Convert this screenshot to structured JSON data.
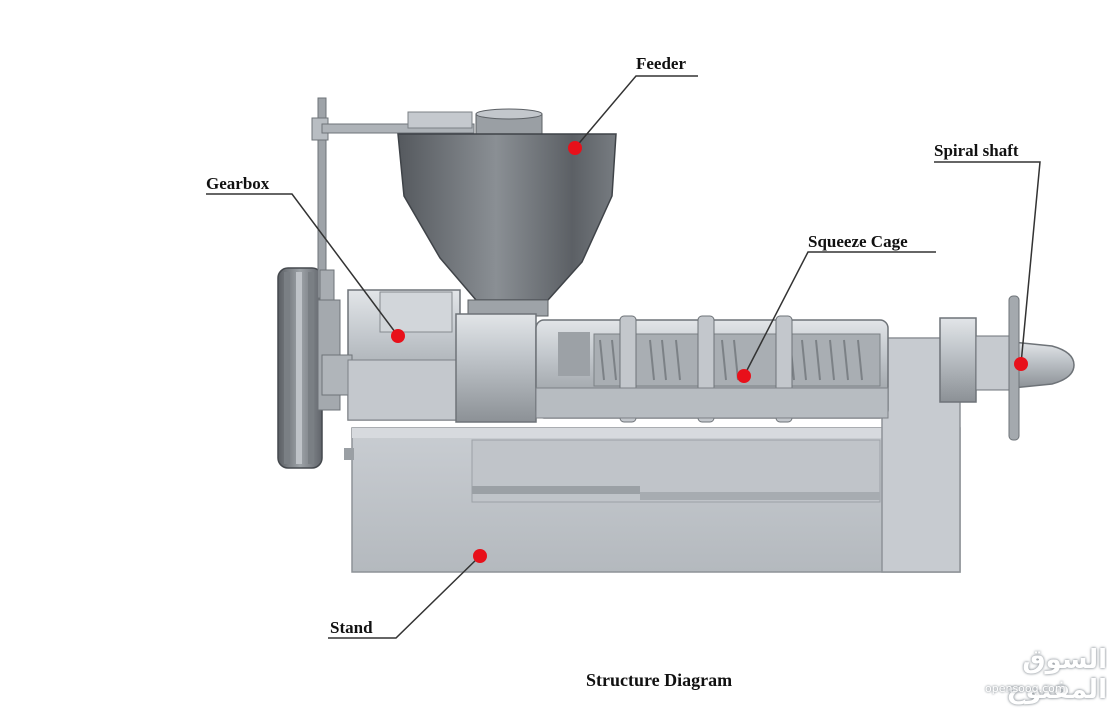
{
  "labels": {
    "feeder": "Feeder",
    "gearbox": "Gearbox",
    "spiral_shaft": "Spiral shaft",
    "squeeze_cage": "Squeeze Cage",
    "stand": "Stand"
  },
  "caption": "Structure Diagram",
  "watermark": {
    "arabic": "السوق المفتوح",
    "latin": "opensooq.com"
  },
  "colors": {
    "machine_body": "#b9bec4",
    "machine_dark": "#6e7378",
    "marker": "#e8101a"
  }
}
